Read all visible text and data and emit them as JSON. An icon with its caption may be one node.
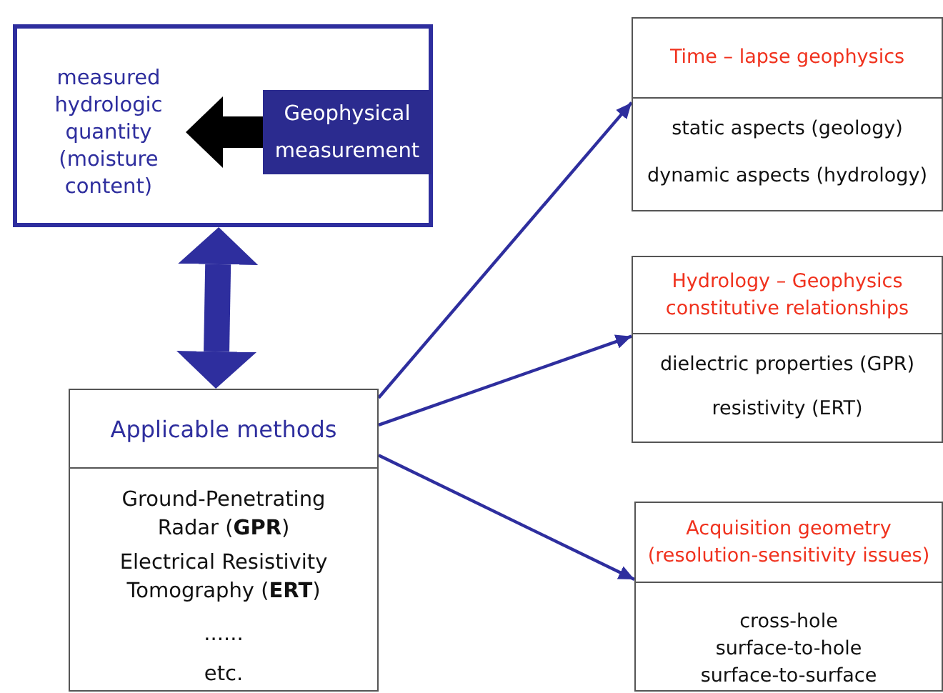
{
  "diagram": {
    "nodes": [
      {
        "text": [],
        "shape": "box"
      },
      {
        "text": [
          "measured hydrologic quantity (moisture content)"
        ],
        "in": 0
      },
      {
        "text": [
          "Geophysical measurement"
        ],
        "in": 0
      },
      {
        "text": [
          "Applicable methods",
          "Ground-Penetrating Radar (**GPR**)",
          "Electrical Resistivity Tomography (**ERT**)",
          "......",
          "etc."
        ]
      },
      {
        "text": [
          "Time – lapse geophysics",
          "static aspects (geology)",
          "dynamic aspects (hydrology)"
        ]
      },
      {
        "text": [
          "Hydrology – Geophysics constitutive relationships",
          "dielectric properties (GPR)",
          "resistivity (ERT)"
        ]
      },
      {
        "text": [
          "Acquisition geometry (resolution-sensitivity issues)",
          "cross-hole",
          "surface-to-hole",
          "surface-to-surface"
        ]
      }
    ],
    "edges": [
      {
        "from": 2,
        "to": 1,
        "arrow": "to",
        "style": "thick",
        "color": "#000000"
      },
      {
        "from": 0,
        "to": 3,
        "arrow": "both",
        "style": "thick"
      },
      {
        "from": 3,
        "to": 4,
        "arrow": "to"
      },
      {
        "from": 3,
        "to": 5,
        "arrow": "to"
      },
      {
        "from": 3,
        "to": 6,
        "arrow": "to"
      }
    ]
  }
}
